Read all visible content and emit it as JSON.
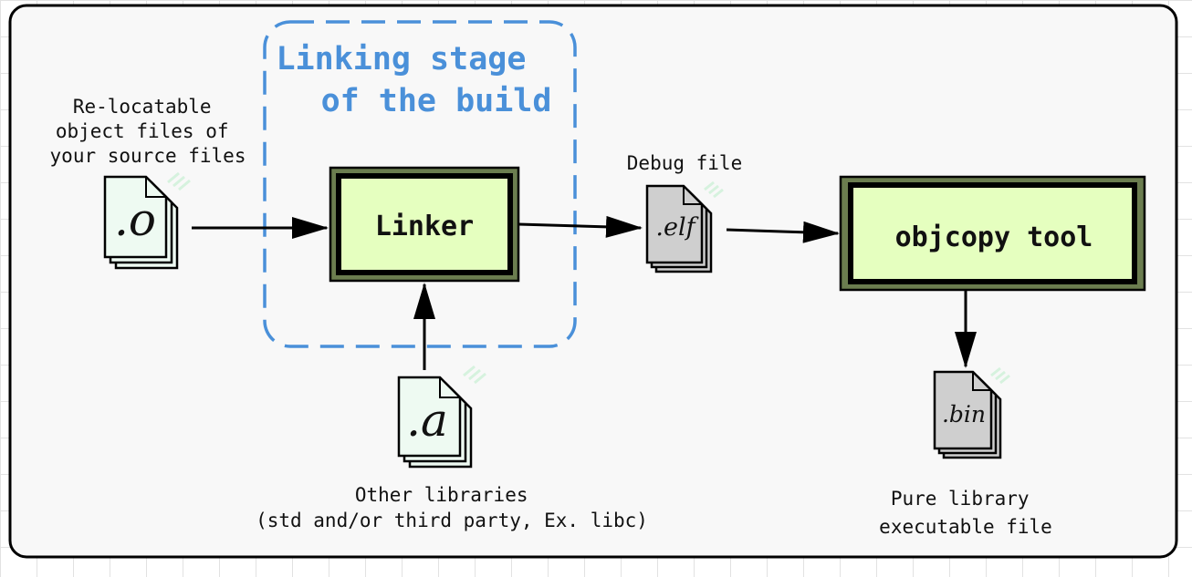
{
  "stage": {
    "title_lines": [
      "Linking stage",
      "of the build"
    ],
    "color": "#4a90d9"
  },
  "inputs": {
    "object_files": {
      "caption_lines": [
        "Re-locatable",
        "object files of",
        "your source files"
      ],
      "extension": ".o"
    },
    "libraries": {
      "caption_lines": [
        "Other libraries",
        "(std and/or third party, Ex. libc)"
      ],
      "extension": ".a"
    }
  },
  "linker": {
    "label": "Linker"
  },
  "debug_file": {
    "caption": "Debug file",
    "extension": ".elf"
  },
  "objcopy": {
    "label": "objcopy tool"
  },
  "output": {
    "caption_lines": [
      "Pure library",
      "executable file"
    ],
    "extension": ".bin"
  },
  "colors": {
    "box_fill": "#e5ffbf",
    "box_border": "#6b7d4f",
    "file_light": "#eefaf2",
    "file_gray": "#cfcfcf",
    "panel": "#f8f8f8",
    "stage_border": "#4a90d9"
  }
}
